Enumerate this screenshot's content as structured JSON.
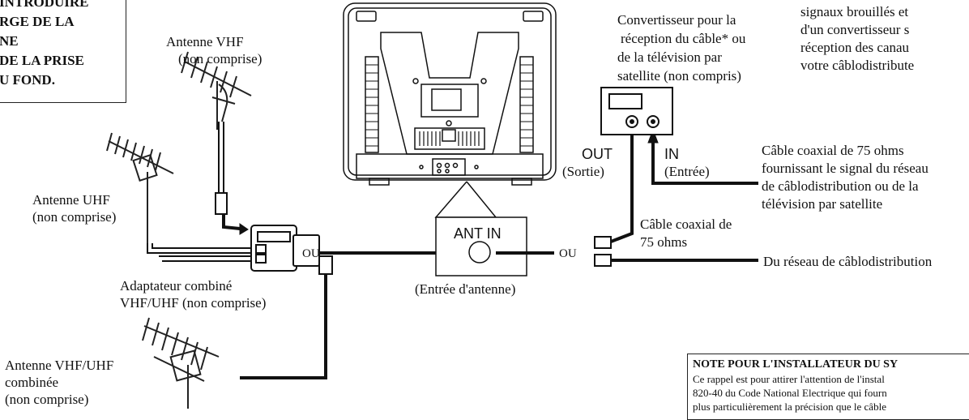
{
  "warning": {
    "lines": [
      "INTRODUIRE",
      "RGE DE LA",
      "NE",
      "DE LA PRISE",
      "U FOND."
    ]
  },
  "labels": {
    "antenna_vhf": [
      "Antenne VHF",
      "(non comprise)"
    ],
    "antenna_uhf": [
      "Antenne UHF",
      "(non comprise)"
    ],
    "antenna_combined": [
      "Antenne VHF/UHF",
      "combinée",
      "(non comprise)"
    ],
    "adapter": [
      "Adaptateur combiné",
      "VHF/UHF (non comprise)"
    ],
    "ou_left": "OU",
    "ou_right": "OU",
    "ant_in": "ANT IN",
    "ant_in_caption": "(Entrée d'antenne)",
    "converter": [
      "Convertisseur pour la",
      "réception du câble* ou",
      "de la télévision par",
      "satellite (non compris)"
    ],
    "out_label": "OUT",
    "out_caption": "(Sortie)",
    "in_label": "IN",
    "in_caption": "(Entrée)",
    "coax_in": [
      "Câble coaxial de 75 ohms",
      "fournissant le signal du réseau",
      "de câblodistribution ou de la",
      "télévision par satellite"
    ],
    "coax_75": [
      "Câble coaxial de",
      "75 ohms"
    ],
    "cable_network": "Du réseau de câblodistribution",
    "top_right": [
      "signaux brouillés et",
      "d'un convertisseur s",
      "réception des canau",
      "votre câblodistribute"
    ]
  },
  "note": {
    "title": "NOTE POUR L'INSTALLATEUR DU SY",
    "lines": [
      "Ce rappel est pour attirer l'attention de l'instal",
      "820-40 du Code National Electrique qui fourn",
      "plus particulièrement la précision que le câble"
    ]
  }
}
